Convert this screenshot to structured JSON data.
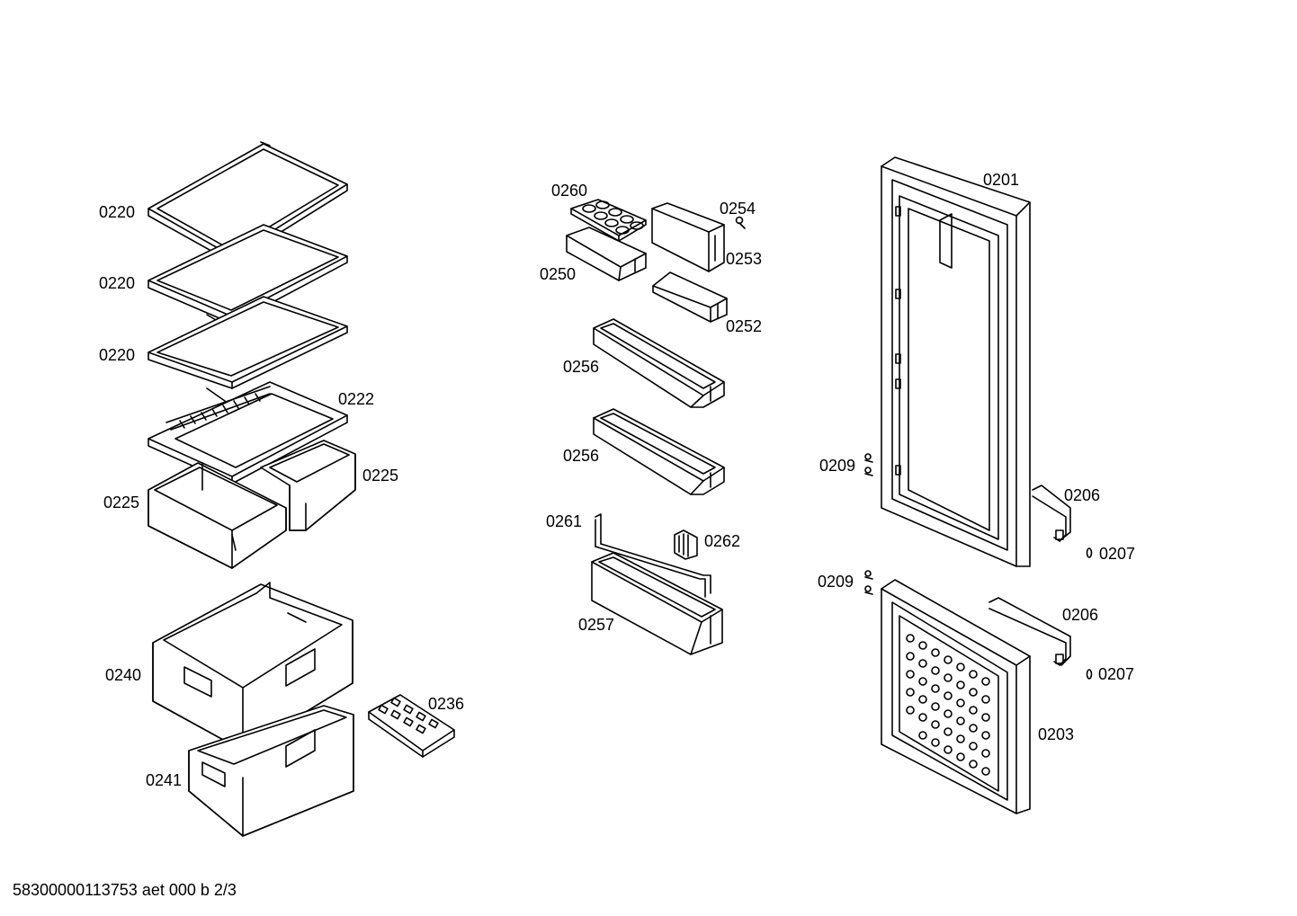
{
  "diagram": {
    "labels": {
      "l0220a": "0220",
      "l0220b": "0220",
      "l0220c": "0220",
      "l0222": "0222",
      "l0225a": "0225",
      "l0225b": "0225",
      "l0240": "0240",
      "l0241": "0241",
      "l0236": "0236",
      "l0260": "0260",
      "l0254": "0254",
      "l0253": "0253",
      "l0250": "0250",
      "l0252": "0252",
      "l0256a": "0256",
      "l0256b": "0256",
      "l0261": "0261",
      "l0262": "0262",
      "l0257": "0257",
      "l0201": "0201",
      "l0209a": "0209",
      "l0206a": "0206",
      "l0207a": "0207",
      "l0209b": "0209",
      "l0206b": "0206",
      "l0207b": "0207",
      "l0203": "0203"
    },
    "footer": "58300000113753 aet 000 b 2/3"
  }
}
